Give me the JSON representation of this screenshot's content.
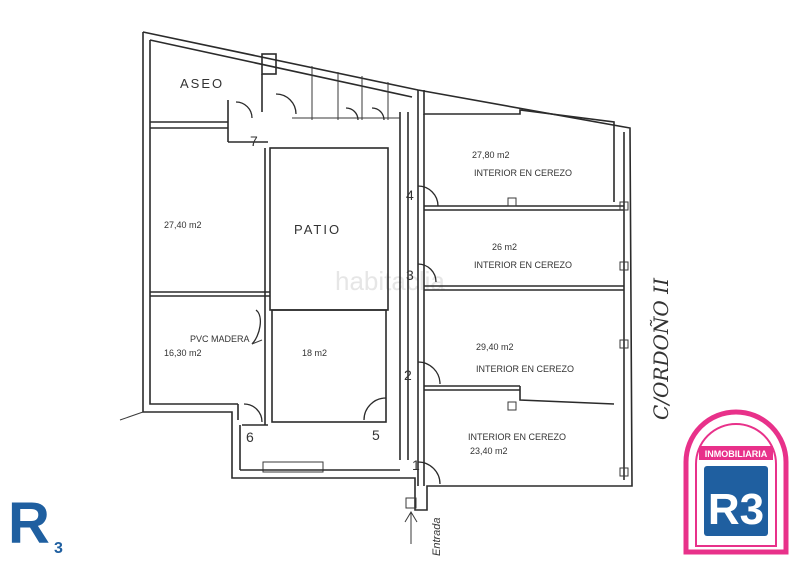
{
  "rooms": {
    "aseo": "ASEO",
    "patio": "PATIO",
    "left_upper_area": "27,40 m2",
    "pvc": "PVC MADERA",
    "left_lower_area": "16,30 m2",
    "patio_lower_area": "18 m2",
    "room4_area": "27,80 m2",
    "room4_finish": "INTERIOR EN CEREZO",
    "room3_area": "26  m2",
    "room3_finish": "INTERIOR EN CEREZO",
    "room2_area": "29,40 m2",
    "room2_finish": "INTERIOR EN CEREZO",
    "room1_finish": "INTERIOR EN CEREZO",
    "room1_area": "23,40 m2"
  },
  "door_numbers": [
    "1",
    "2",
    "3",
    "4",
    "5",
    "6",
    "7"
  ],
  "street_label": "C/ORDOÑO II",
  "entrance_label": "Entrada",
  "watermark": "habitaclia",
  "logos": {
    "left_logo": "R3",
    "right_badge_top": "INMOBILIARIA",
    "right_badge_main": "R3"
  },
  "colors": {
    "logo_blue": "#1f5fa0",
    "badge_pink": "#e8318a",
    "badge_blue": "#1f5fa0"
  }
}
